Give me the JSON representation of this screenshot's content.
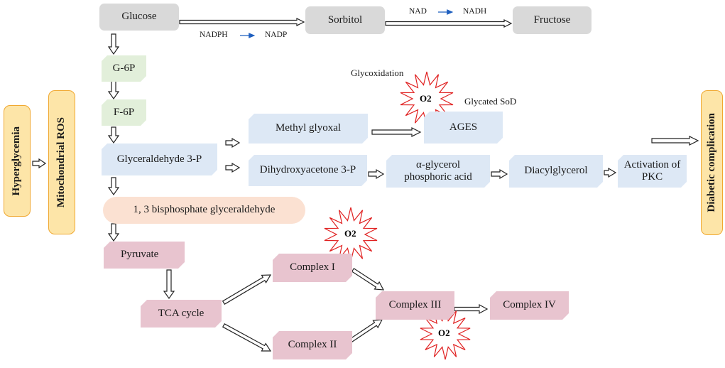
{
  "nodes": {
    "glucose": "Glucose",
    "sorbitol": "Sorbitol",
    "fructose": "Fructose",
    "g6p": "G-6P",
    "f6p": "F-6P",
    "glyceraldehyde3p": "Glyceraldehyde 3-P",
    "bisphosphate": "1, 3 bisphosphate glyceraldehyde",
    "methyl_glyoxal": "Methyl glyoxal",
    "ages": "AGES",
    "dihydroxyacetone": "Dihydroxyacetone 3-P",
    "alpha_glycerol": "α-glycerol phosphoric acid",
    "diacylglycerol": "Diacylglycerol",
    "activation_pkc": "Activation of PKC",
    "pyruvate": "Pyruvate",
    "tca": "TCA cycle",
    "complex1": "Complex I",
    "complex2": "Complex II",
    "complex3": "Complex III",
    "complex4": "Complex IV",
    "hyperglycemia": "Hyperglycemia",
    "mito_ros": "Mitochondrial ROS",
    "diabetic": "Diabetic complication"
  },
  "cofactors": {
    "nadph": "NADPH",
    "nadp": "NADP",
    "nad": "NAD",
    "nadh": "NADH"
  },
  "annotations": {
    "glycoxidation": "Glycoxidation",
    "glycated_sod": "Glycated SoD",
    "o2_label": "O2"
  },
  "colors": {
    "gray": "#d9d9d9",
    "green": "#e2efda",
    "blue": "#dde8f5",
    "pink": "#e8c4cf",
    "peach": "#fbe1d2",
    "yellow": "#fde5a8",
    "burst_stroke": "#e02020",
    "cofactor_arrow": "#1f5fbf"
  }
}
